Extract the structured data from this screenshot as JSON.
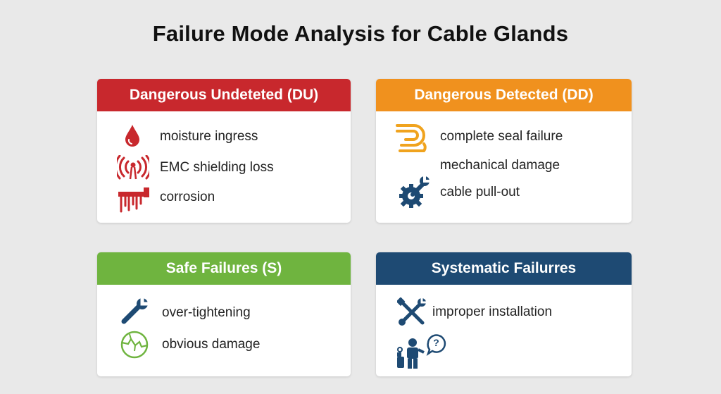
{
  "title": "Failure Mode Analysis for Cable Glands",
  "colors": {
    "du": "#c8282d",
    "dd": "#f0911e",
    "s": "#6fb43f",
    "sys": "#1e4a73",
    "icon_red": "#c8282d",
    "icon_orange": "#f0a31e",
    "icon_blue": "#1e4a73",
    "icon_green": "#6fb43f"
  },
  "cards": [
    {
      "heading": "Dangerous Undeteted (DU)",
      "items": [
        {
          "label": "moisture ingress",
          "icon": "water-drop-icon"
        },
        {
          "label": "EMC shielding loss",
          "icon": "signal-antenna-icon"
        },
        {
          "label": "corrosion",
          "icon": "corroded-pipe-icon"
        }
      ]
    },
    {
      "heading": "Dangerous Detected (DD)",
      "items": [
        {
          "label": "complete seal failure",
          "icon": "broken-seal-icon"
        },
        {
          "label": "mechanical damage",
          "icon": ""
        },
        {
          "label": "cable pull-out",
          "icon": "wrench-gear-icon"
        }
      ]
    },
    {
      "heading": "Safe Failures (S)",
      "items": [
        {
          "label": "over-tightening",
          "icon": "wrench-icon"
        },
        {
          "label": "obvious damage",
          "icon": "cracked-circle-icon"
        }
      ]
    },
    {
      "heading": "Systematic Failurres",
      "items": [
        {
          "label": "improper installation",
          "icon": "crossed-tools-icon"
        },
        {
          "label": "",
          "icon": "worker-question-icon"
        }
      ]
    }
  ]
}
